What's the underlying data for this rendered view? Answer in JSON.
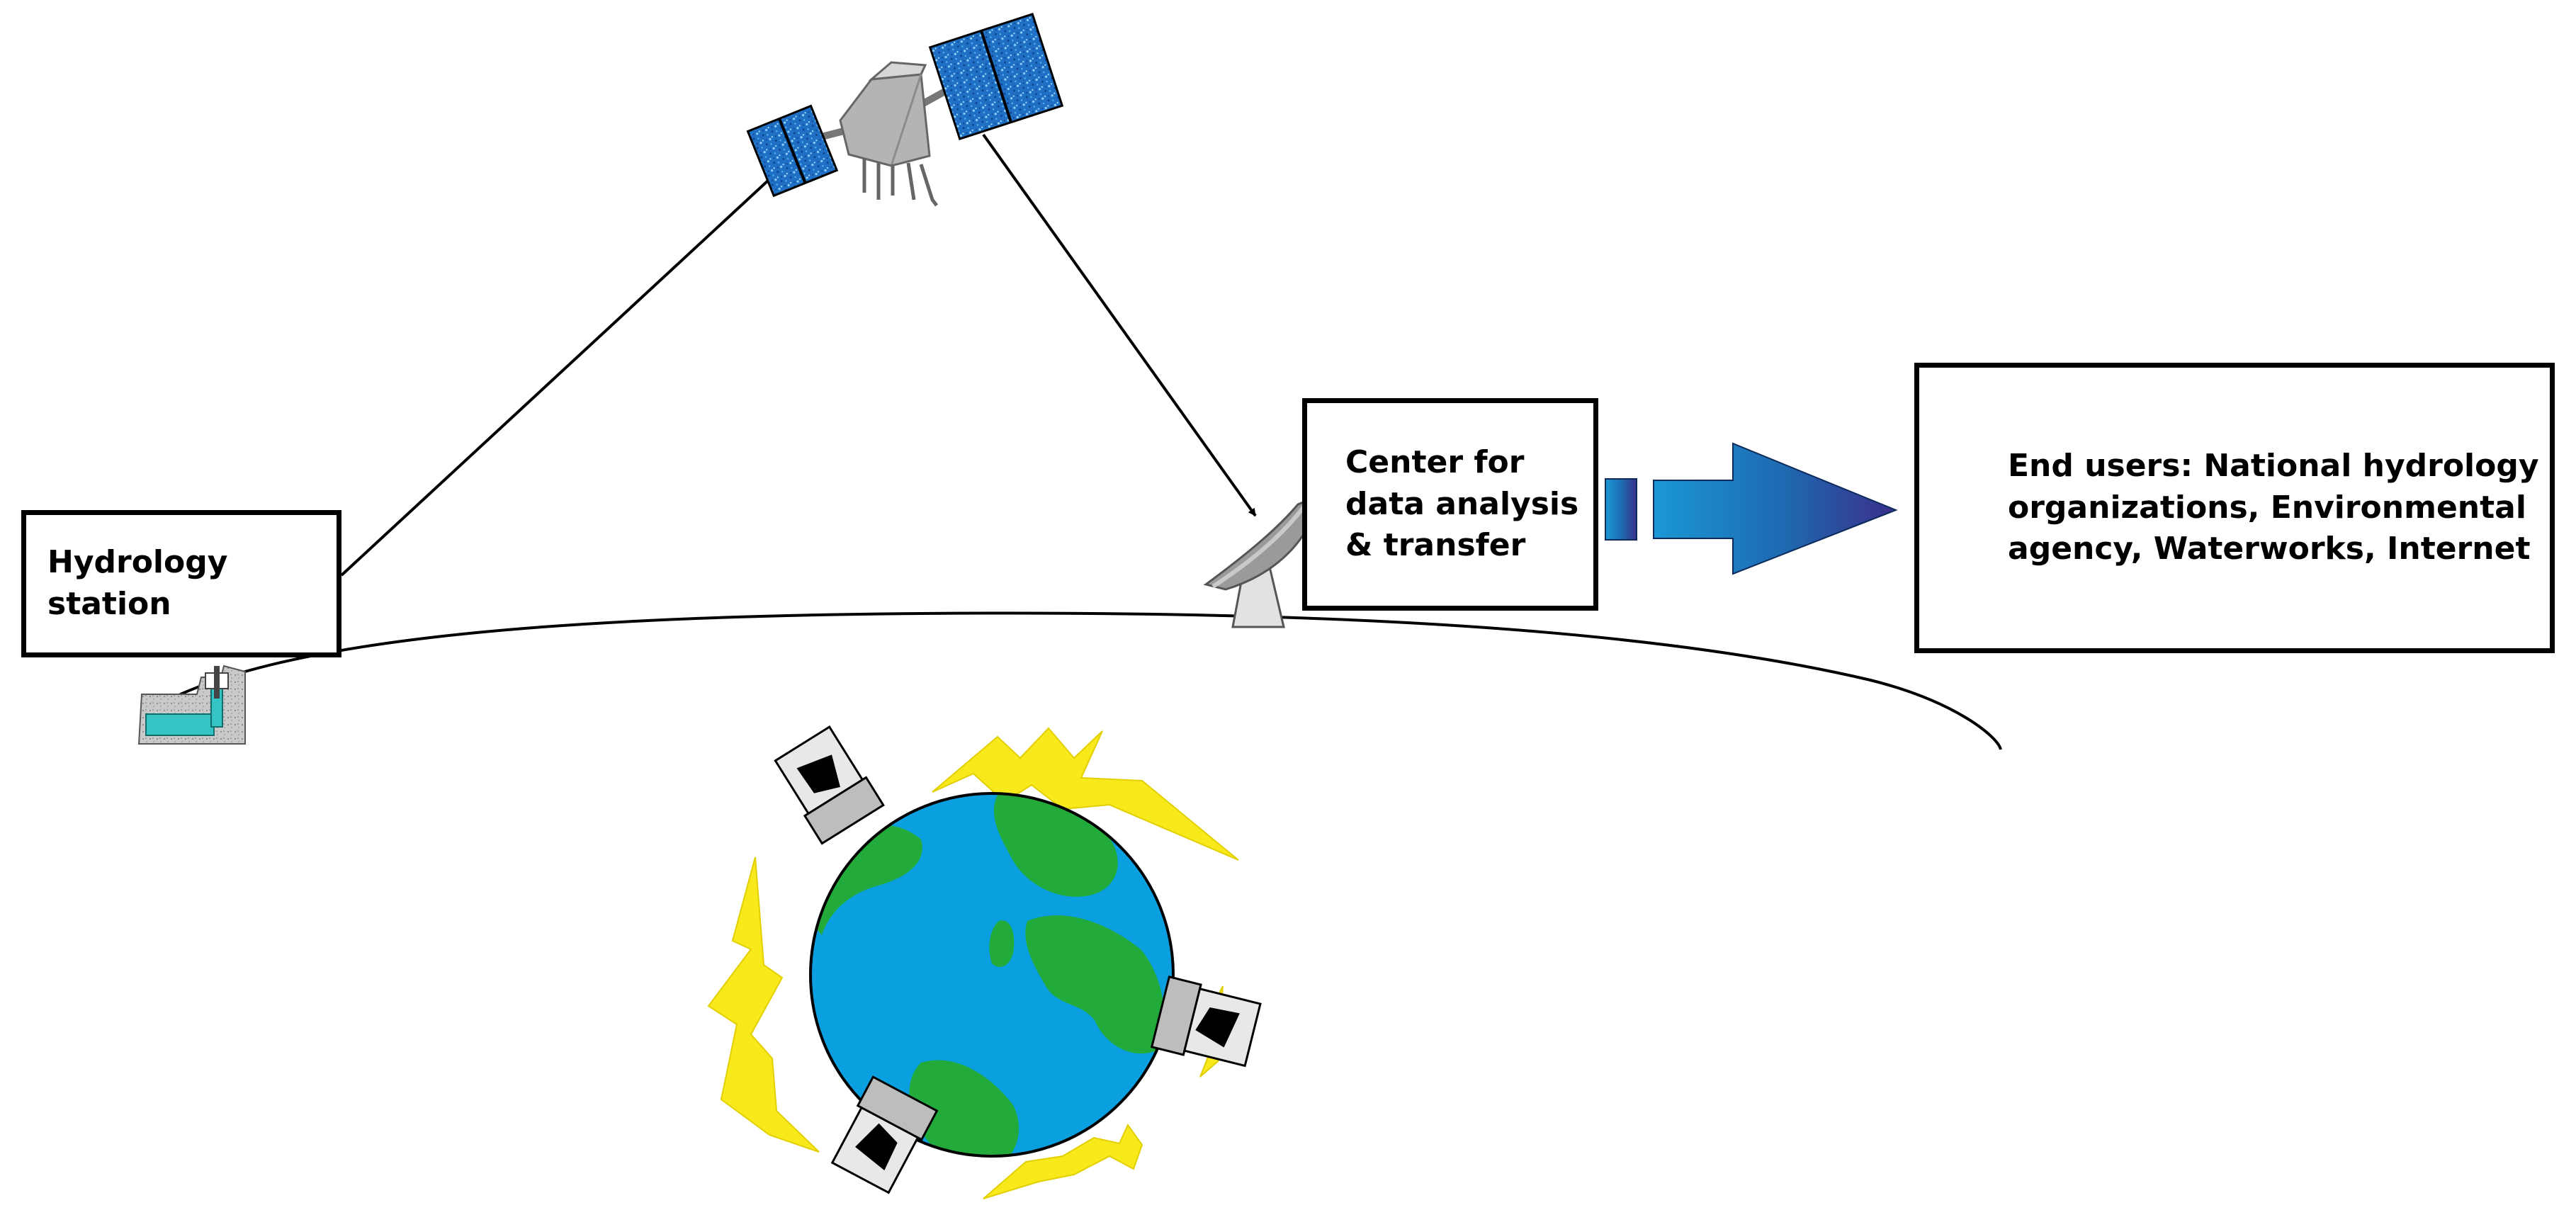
{
  "diagram": {
    "nodes": {
      "hydrology_station": {
        "label": "Hydrology station"
      },
      "center": {
        "label": "Center for\ndata analysis\n& transfer"
      },
      "end_users": {
        "label": "End users: National hydrology\norganizations, Environmental\nagency, Waterworks, Internet"
      }
    },
    "edges": [
      {
        "from": "hydrology_station",
        "to": "satellite",
        "style": "arrow"
      },
      {
        "from": "satellite",
        "to": "ground_antenna",
        "style": "arrow"
      },
      {
        "from": "center",
        "to": "end_users",
        "style": "block-arrow-gradient"
      }
    ],
    "icons": [
      "hydrology-gauge-icon",
      "satellite-icon",
      "dish-antenna-icon",
      "globe-icon",
      "lightning-bolt-icon",
      "satellite-panel-icon"
    ]
  },
  "colors": {
    "ocean": "#0aa0e0",
    "land": "#22aa3a",
    "panel_blue": "#1f6fc4",
    "lightning": "#f8ea1a",
    "arrow_start": "#1a98d4",
    "arrow_end": "#3a2e8a",
    "body_grey": "#b8b8b8",
    "water": "#36c3c3"
  }
}
